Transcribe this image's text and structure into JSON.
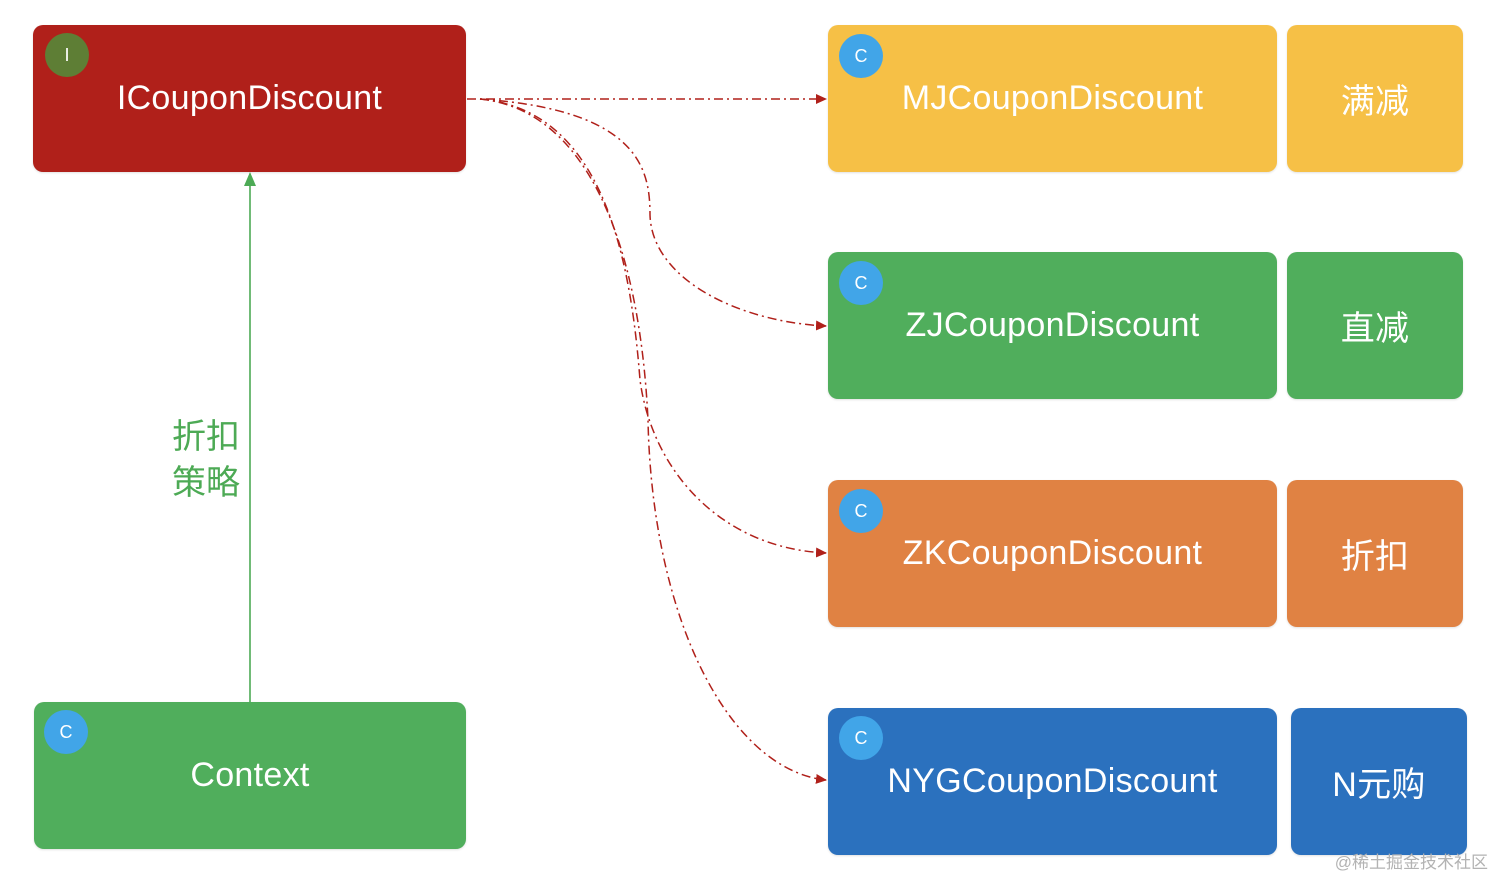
{
  "colors": {
    "interface_red": "#B0201A",
    "interface_badge": "#5E7E35",
    "class_badge": "#41A5E8",
    "yellow": "#F6C046",
    "green": "#50AE5C",
    "orange": "#E08243",
    "blue": "#2B71BE",
    "dependency_arrow": "#B0201A",
    "context_arrow": "#4DAA55",
    "edge_label_text": "#4DAA55",
    "watermark": "#B3B3B3"
  },
  "interface": {
    "name": "ICouponDiscount",
    "badge": "I"
  },
  "context": {
    "name": "Context",
    "badge": "C",
    "edge_label": "折扣\n策略"
  },
  "implementations": [
    {
      "name": "MJCouponDiscount",
      "badge": "C",
      "tag": "满减",
      "color": "yellow"
    },
    {
      "name": "ZJCouponDiscount",
      "badge": "C",
      "tag": "直减",
      "color": "green"
    },
    {
      "name": "ZKCouponDiscount",
      "badge": "C",
      "tag": "折扣",
      "color": "orange"
    },
    {
      "name": "NYGCouponDiscount",
      "badge": "C",
      "tag": "N元购",
      "color": "blue"
    }
  ],
  "watermark": "@稀土掘金技术社区"
}
